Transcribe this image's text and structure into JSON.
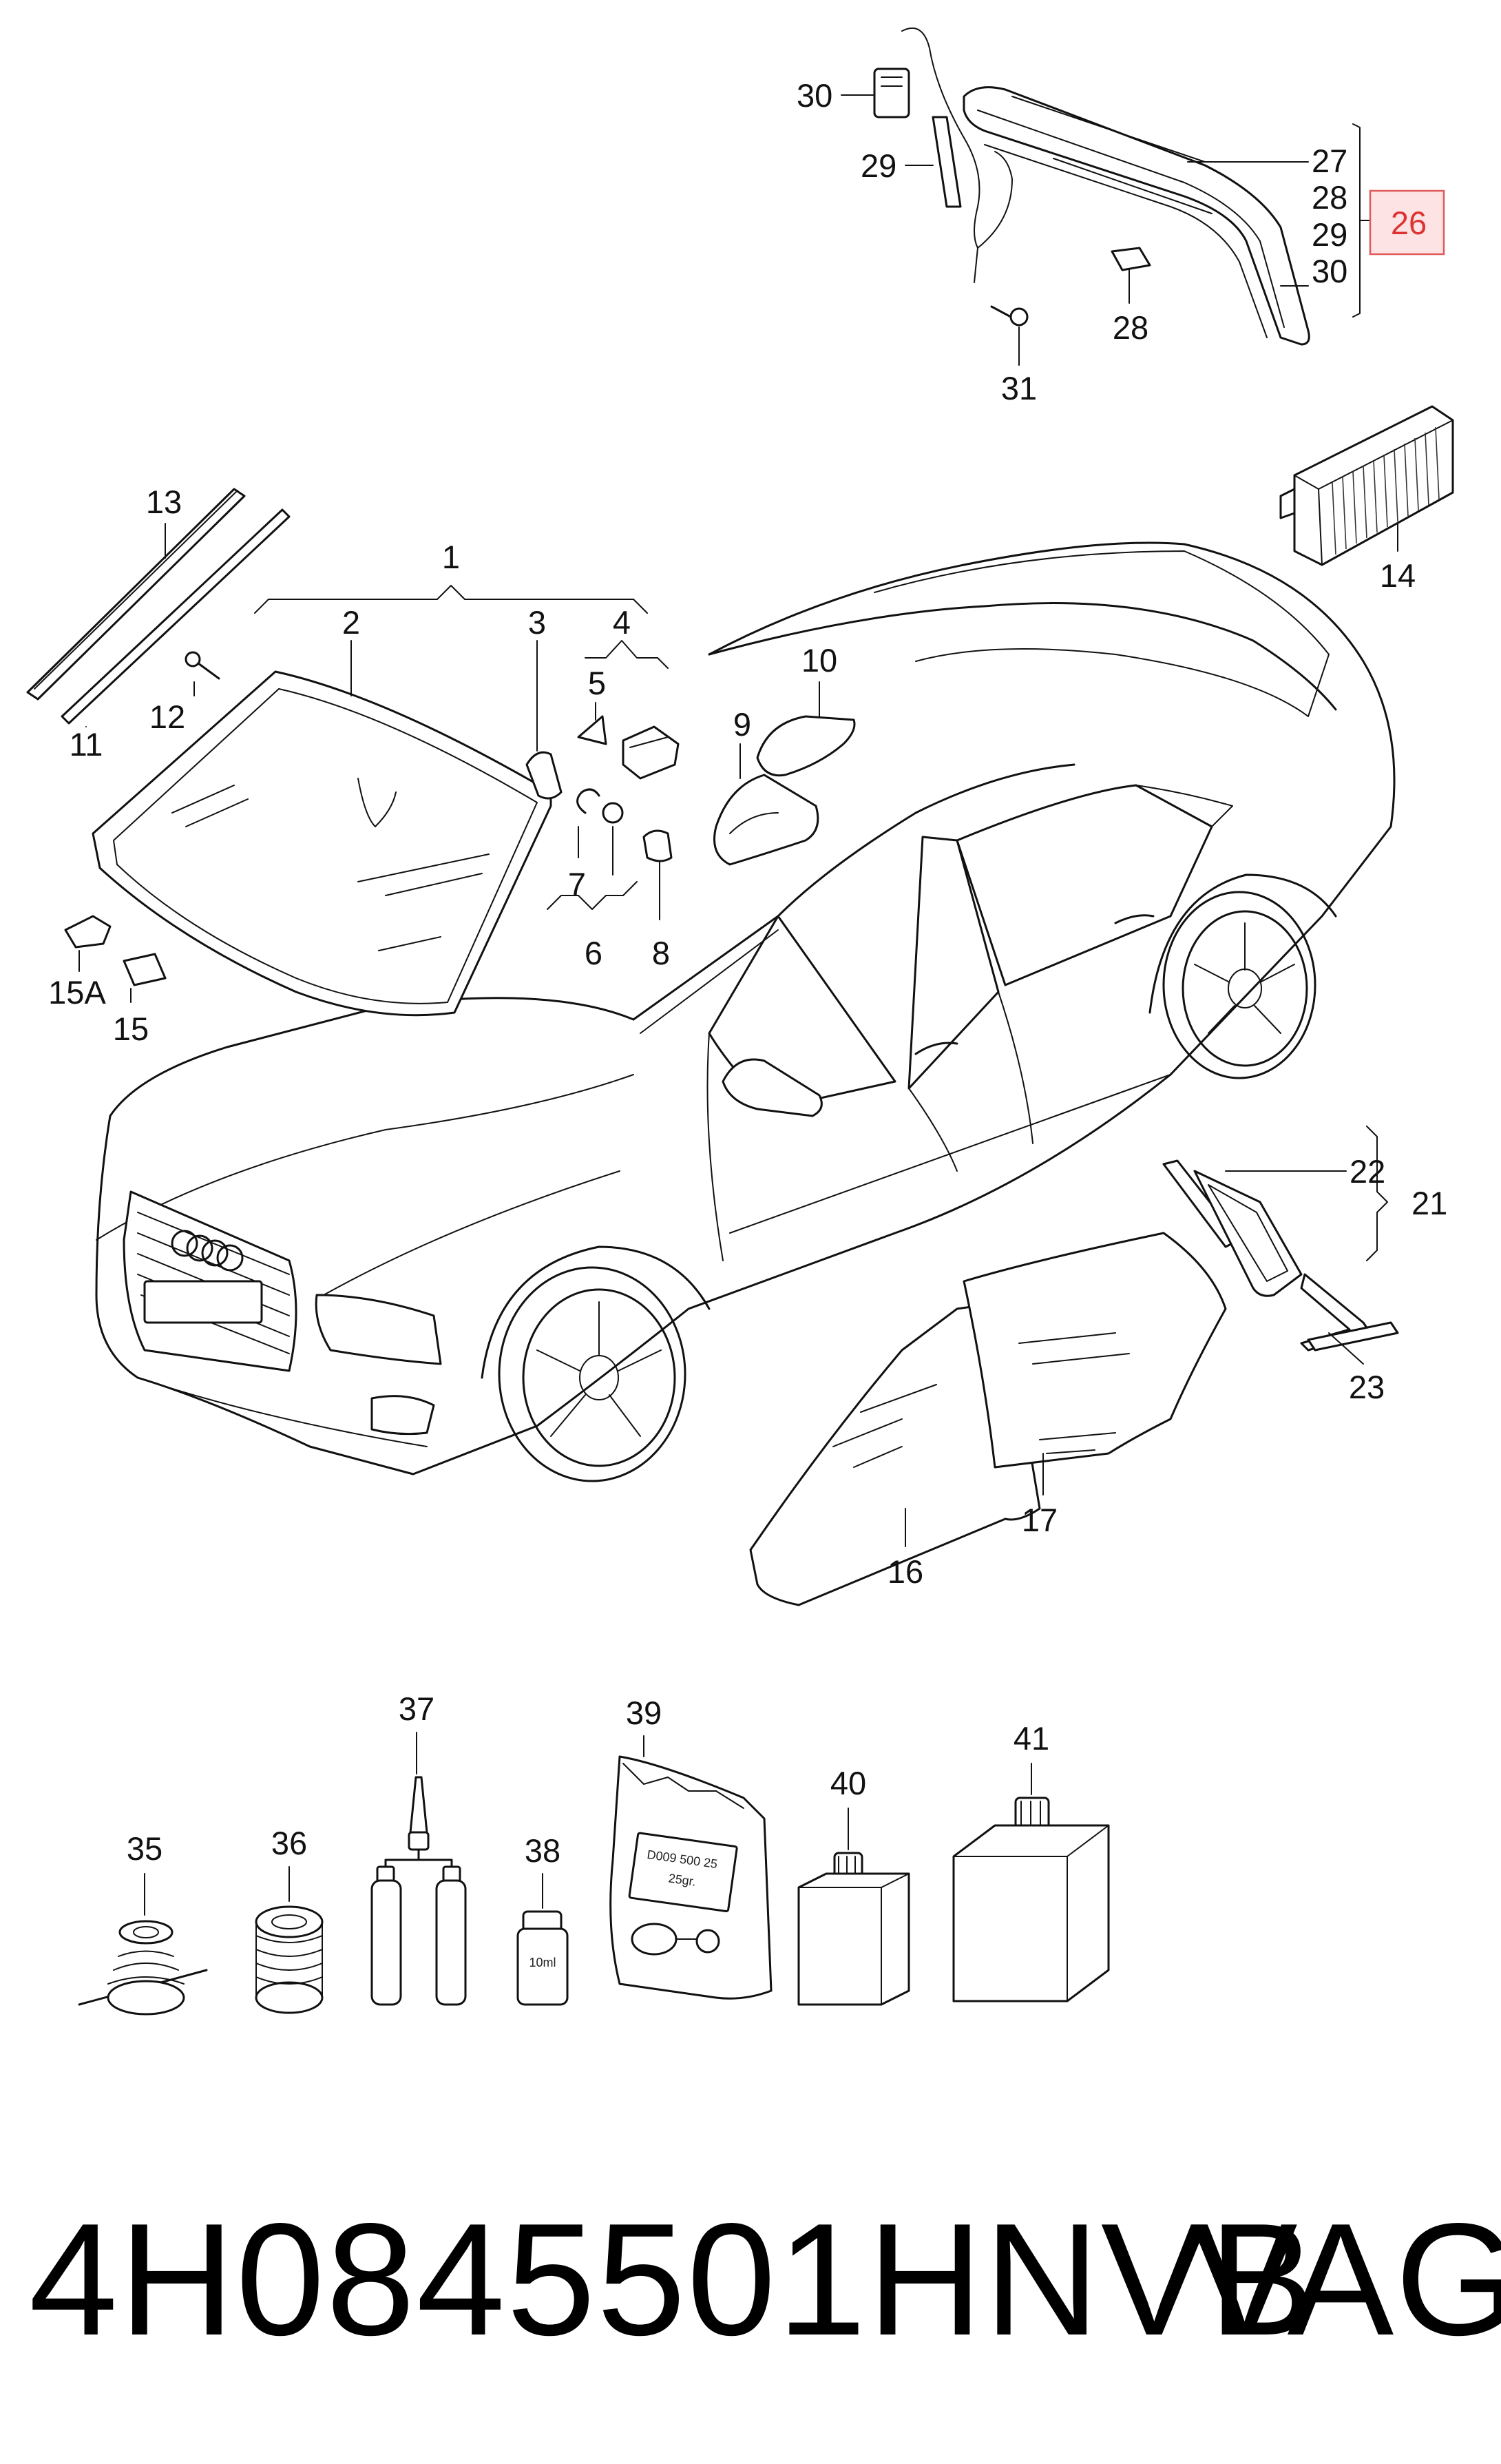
{
  "diagram": {
    "callouts": [
      "30",
      "29",
      "27",
      "28",
      "29",
      "30",
      "28",
      "31",
      "14",
      "13",
      "1",
      "2",
      "3",
      "4",
      "5",
      "10",
      "9",
      "12",
      "11",
      "7",
      "6",
      "8",
      "15A",
      "15",
      "22",
      "21",
      "23",
      "17",
      "16",
      "35",
      "36",
      "37",
      "38",
      "39",
      "40",
      "41"
    ],
    "highlight": "26",
    "bottle_38_label": "10ml",
    "bag_39_label_line1": "D009 500 25",
    "bag_39_label_line2": "25gr."
  },
  "caption": {
    "part_number": "4H0845501HNVB",
    "brand": "VAG"
  },
  "colors": {
    "highlight_fill": "#fde3e3",
    "highlight_stroke": "#e05a5a",
    "ink": "#111111"
  }
}
